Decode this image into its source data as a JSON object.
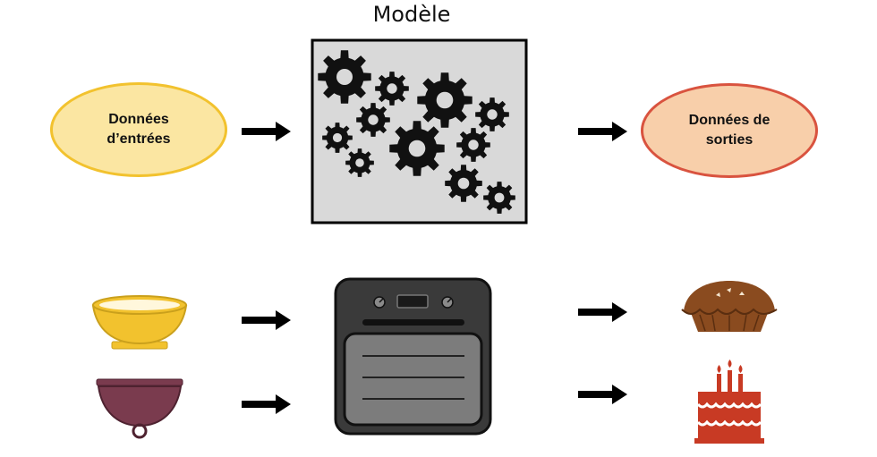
{
  "title": "Modèle",
  "input_label": "Données\nd’entrées",
  "output_label": "Données de\nsorties",
  "icons": {
    "model_box": "gears-icon",
    "inputs": [
      "yellow-bowl-icon",
      "purple-bowl-icon"
    ],
    "model_example": "oven-icon",
    "outputs": [
      "pie-icon",
      "birthday-cake-icon"
    ]
  },
  "colors": {
    "input_fill": "#fbe6a2",
    "input_border": "#f2c22e",
    "output_fill": "#f8cfaa",
    "output_border": "#d9533f",
    "gear_box_fill": "#d9d9d9",
    "oven_body": "#3a3a3a",
    "bowl_yellow": "#f2c22e",
    "bowl_purple": "#7a3b4e",
    "pie_brown": "#8a4b1f",
    "cake_red": "#c83a24"
  }
}
